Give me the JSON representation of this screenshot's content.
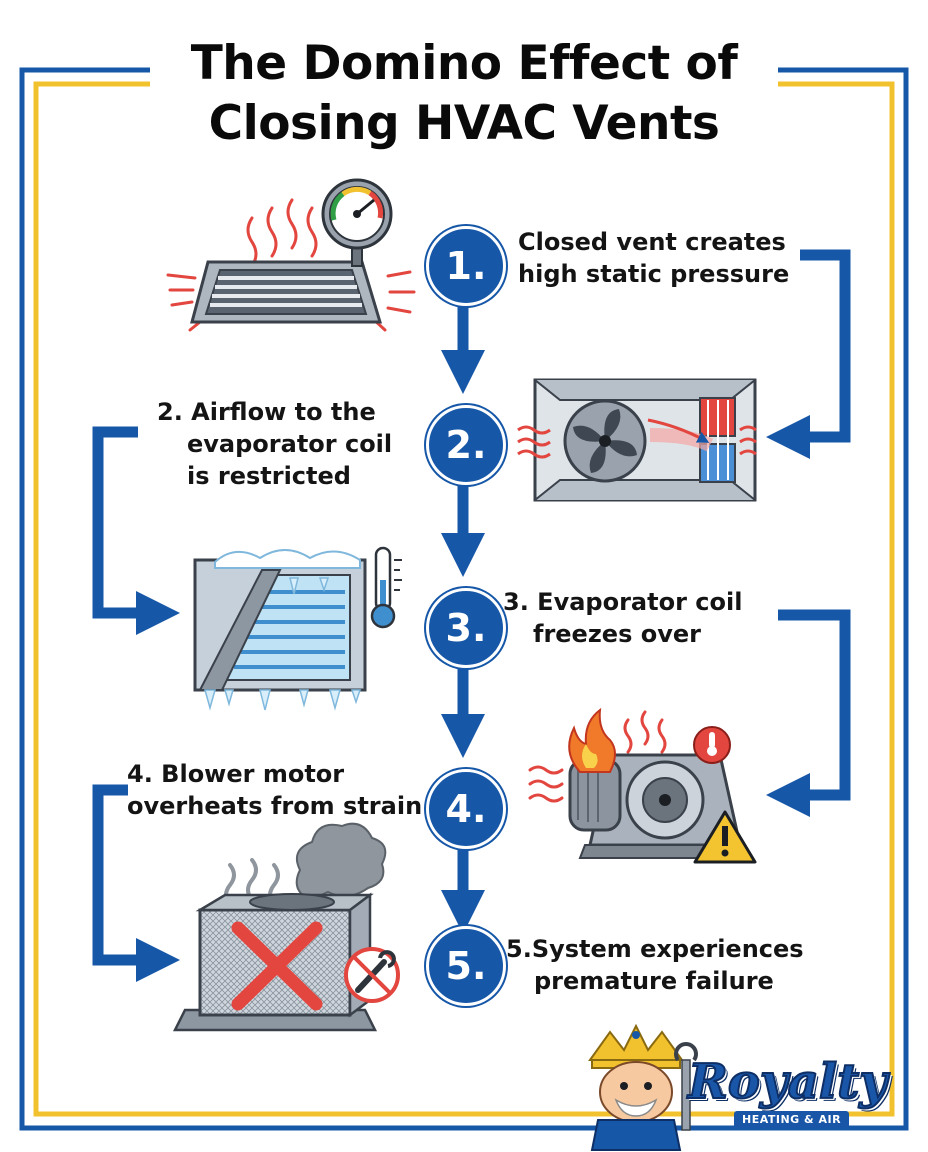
{
  "title": {
    "line1": "The Domino Effect of",
    "line2": "Closing HVAC Vents"
  },
  "steps": [
    {
      "number": "1.",
      "line1": "Closed vent creates",
      "line2": "high static pressure"
    },
    {
      "number": "2.",
      "line1": "2. Airflow to the",
      "line2": "evaporator coil",
      "line3": "is restricted"
    },
    {
      "number": "3.",
      "line1": "3. Evaporator coil",
      "line2": "freezes over"
    },
    {
      "number": "4.",
      "line1": "4. Blower motor",
      "line2": "overheats from strain"
    },
    {
      "number": "5.",
      "line1": "5.System experiences",
      "line2": "premature failure"
    }
  ],
  "brand": {
    "name": "Royalty",
    "tagline": "HEATING & AIR"
  },
  "colors": {
    "blue": "#1657a8",
    "gold": "#f2c12e",
    "heat_red": "#e2463f",
    "ice_blue": "#a9d8f2",
    "metal_gray": "#8f98a3",
    "warning_yellow": "#f4c430"
  },
  "icons": [
    "vent-grille-icon",
    "pressure-gauge-icon",
    "fan-duct-icon",
    "frozen-coil-icon",
    "thermometer-icon",
    "blower-motor-icon",
    "flame-icon",
    "warning-icon",
    "ac-unit-icon",
    "broken-wrench-icon",
    "smoke-icon",
    "king-mascot-icon"
  ]
}
